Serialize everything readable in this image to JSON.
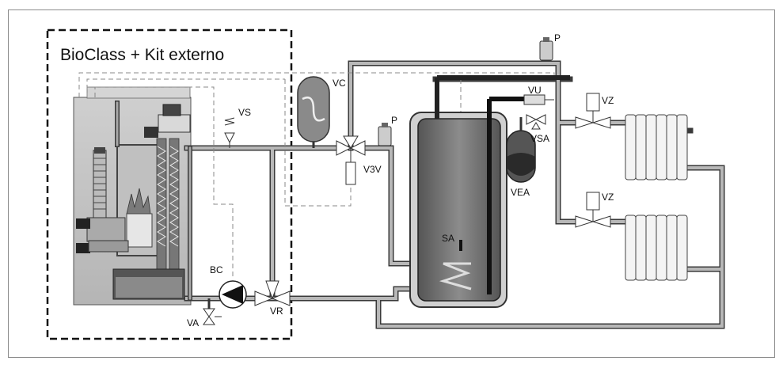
{
  "title": "BioClass + Kit externo",
  "labels": {
    "vs": "VS",
    "vc": "VC",
    "p_top": "P",
    "p_mid": "P",
    "vu": "VU",
    "vz_top": "VZ",
    "vz_bottom": "VZ",
    "vsa": "VSA",
    "v3v": "V3V",
    "vea": "VEA",
    "sa": "SA",
    "bc": "BC",
    "va": "VA",
    "vr": "VR"
  }
}
